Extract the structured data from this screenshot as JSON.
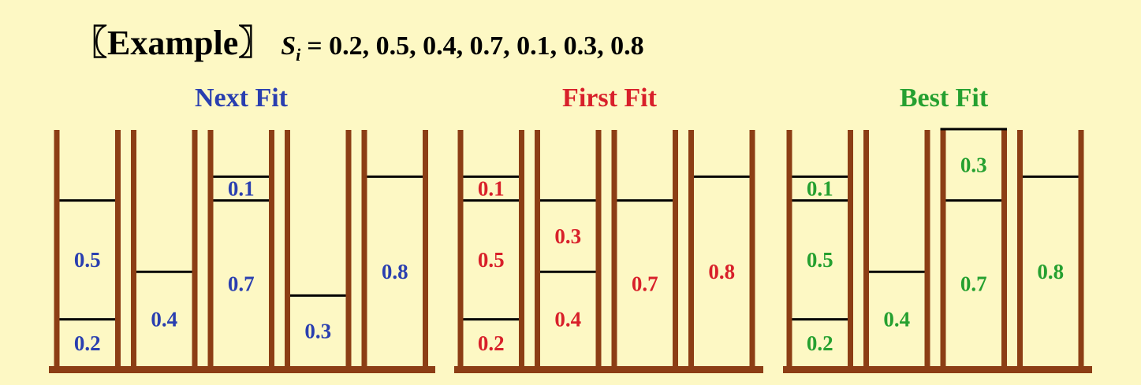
{
  "header": {
    "bracket_open": "〖",
    "word": "Example",
    "bracket_close": "〗",
    "s_letter": "S",
    "s_subscript": "i",
    "sequence": "= 0.2, 0.5, 0.4, 0.7, 0.1, 0.3, 0.8"
  },
  "colors": {
    "background": "#FDF8C4",
    "wall": "#8C3E15",
    "line": "#000000",
    "next_fit": "#2A3FB0",
    "first_fit": "#D8202A",
    "best_fit": "#25A030"
  },
  "capacity": 1,
  "panels": [
    {
      "id": "next-fit",
      "title": "Next Fit",
      "color_key": "next_fit",
      "bins": [
        {
          "items": [
            {
              "size": 0.2,
              "label": "0.2"
            },
            {
              "size": 0.5,
              "label": "0.5"
            }
          ]
        },
        {
          "items": [
            {
              "size": 0.4,
              "label": "0.4"
            }
          ]
        },
        {
          "items": [
            {
              "size": 0.7,
              "label": "0.7"
            },
            {
              "size": 0.1,
              "label": "0.1"
            }
          ]
        },
        {
          "items": [
            {
              "size": 0.3,
              "label": "0.3"
            }
          ]
        },
        {
          "items": [
            {
              "size": 0.8,
              "label": "0.8"
            }
          ]
        }
      ]
    },
    {
      "id": "first-fit",
      "title": "First Fit",
      "color_key": "first_fit",
      "bins": [
        {
          "items": [
            {
              "size": 0.2,
              "label": "0.2"
            },
            {
              "size": 0.5,
              "label": "0.5"
            },
            {
              "size": 0.1,
              "label": "0.1"
            }
          ]
        },
        {
          "items": [
            {
              "size": 0.4,
              "label": "0.4"
            },
            {
              "size": 0.3,
              "label": "0.3"
            }
          ]
        },
        {
          "items": [
            {
              "size": 0.7,
              "label": "0.7"
            }
          ]
        },
        {
          "items": [
            {
              "size": 0.8,
              "label": "0.8"
            }
          ]
        }
      ]
    },
    {
      "id": "best-fit",
      "title": "Best Fit",
      "color_key": "best_fit",
      "bins": [
        {
          "items": [
            {
              "size": 0.2,
              "label": "0.2"
            },
            {
              "size": 0.5,
              "label": "0.5"
            },
            {
              "size": 0.1,
              "label": "0.1"
            }
          ]
        },
        {
          "items": [
            {
              "size": 0.4,
              "label": "0.4"
            }
          ]
        },
        {
          "items": [
            {
              "size": 0.7,
              "label": "0.7"
            },
            {
              "size": 0.3,
              "label": "0.3"
            }
          ]
        },
        {
          "items": [
            {
              "size": 0.8,
              "label": "0.8"
            }
          ]
        }
      ]
    }
  ]
}
